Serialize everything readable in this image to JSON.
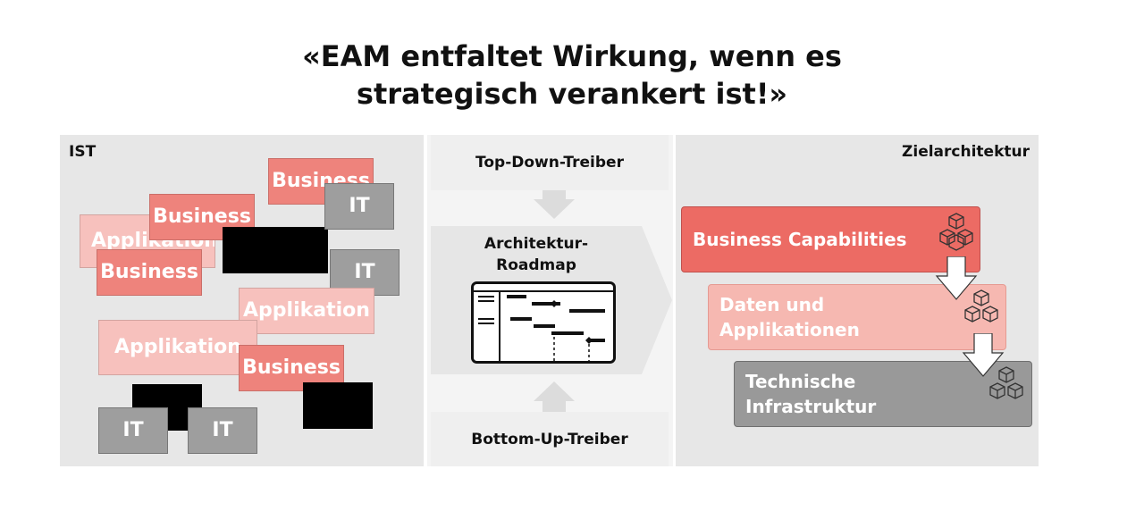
{
  "title": {
    "line1": "«EAM entfaltet Wirkung, wenn es",
    "line2": "strategisch verankert ist!»"
  },
  "ist_panel": {
    "label": "IST",
    "business_label": "Business",
    "applikation_label": "Applikation",
    "it_label": "IT"
  },
  "middle": {
    "top_driver": "Top-Down-Treiber",
    "roadmap_line1": "Architektur-",
    "roadmap_line2": "Roadmap",
    "bottom_driver": "Bottom-Up-Treiber"
  },
  "target_panel": {
    "label": "Zielarchitektur",
    "layers": [
      {
        "line1": "Business Capabilities",
        "line2": ""
      },
      {
        "line1": "Daten und",
        "line2": "Applikationen"
      },
      {
        "line1": "Technische",
        "line2": "Infrastruktur"
      }
    ]
  },
  "colors": {
    "business": "#ee837c",
    "applikation": "#f7c1bd",
    "it": "#9e9e9e",
    "panel": "#e7e7e7",
    "layer_business": "#ec6b64",
    "layer_data": "#f6b8b1",
    "layer_infra": "#999999"
  },
  "icons": [
    "cubes-icon",
    "gantt-chart-icon",
    "down-arrow-icon",
    "chevron-right-arrow-icon"
  ]
}
